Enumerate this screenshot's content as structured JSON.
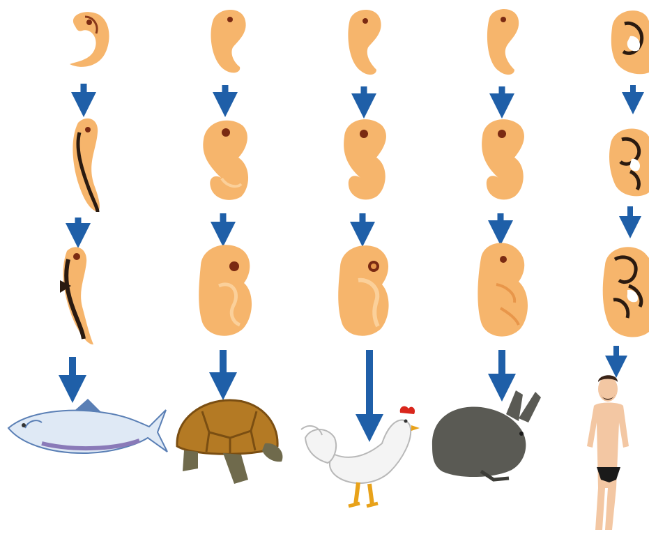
{
  "diagram": {
    "colors": {
      "background": "#ffffff",
      "embryo_fill": "#f6b56c",
      "embryo_light": "#fbd09a",
      "embryo_dark": "#e8964a",
      "eye": "#7a2a12",
      "arrow": "#1f5fa8",
      "fish_body": "#dfe9f5",
      "fish_dark": "#5a7fb5",
      "shell": "#b47a24",
      "shell_dark": "#7a4e12",
      "turtle_skin": "#6f6a4c",
      "chicken": "#f4f4f4",
      "comb": "#d9261c",
      "beak_legs": "#e8a21a",
      "rabbit": "#5a5a54",
      "skin": "#f3c7a3",
      "hair": "#3a2418",
      "trunks": "#1a1a1a"
    },
    "columns": [
      {
        "organism": "fish-icon",
        "stages": [
          "fish-embryo-stage-1",
          "fish-embryo-stage-2",
          "fish-embryo-stage-3"
        ]
      },
      {
        "organism": "turtle-icon",
        "stages": [
          "turtle-embryo-stage-1",
          "turtle-embryo-stage-2",
          "turtle-embryo-stage-3"
        ]
      },
      {
        "organism": "chicken-icon",
        "stages": [
          "chicken-embryo-stage-1",
          "chicken-embryo-stage-2",
          "chicken-embryo-stage-3"
        ]
      },
      {
        "organism": "rabbit-icon",
        "stages": [
          "rabbit-embryo-stage-1",
          "rabbit-embryo-stage-2",
          "rabbit-embryo-stage-3"
        ]
      },
      {
        "organism": "human-icon",
        "stages": [
          "human-embryo-stage-1",
          "human-embryo-stage-2",
          "human-embryo-stage-3"
        ]
      }
    ]
  }
}
